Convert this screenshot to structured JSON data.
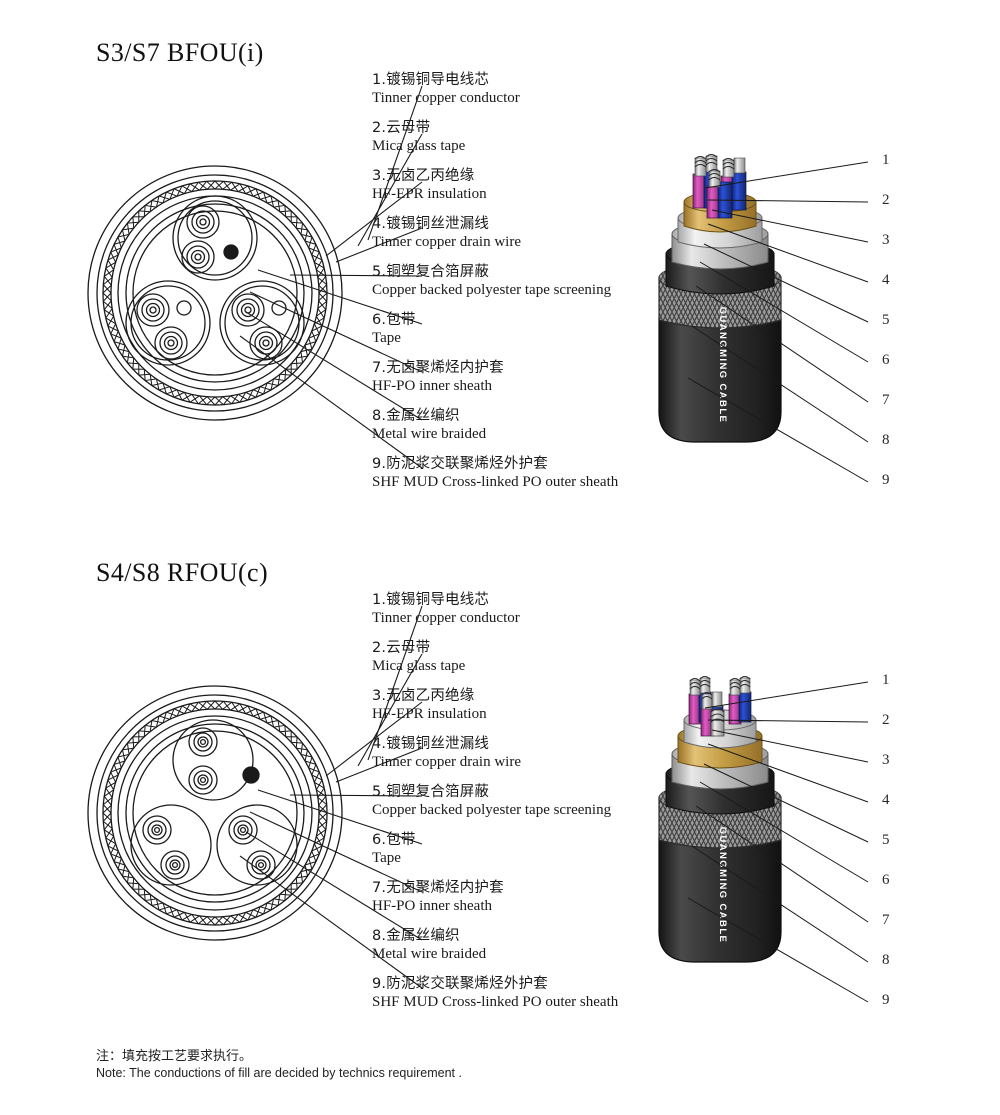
{
  "page": {
    "sections": [
      {
        "title": "S3/S7 BFOU(i)",
        "brand_text": "GUANGMING CABLE",
        "core_type": "triad",
        "labels": [
          {
            "num": "1",
            "cn": "1.镀锡铜导电线芯",
            "en": "Tinner copper conductor"
          },
          {
            "num": "2",
            "cn": "2.云母带",
            "en": "Mica glass tape"
          },
          {
            "num": "3",
            "cn": "3.无卤乙丙绝缘",
            "en": "HF-EPR insulation"
          },
          {
            "num": "4",
            "cn": "4.镀锡铜丝泄漏线",
            "en": "Tinner copper drain wire"
          },
          {
            "num": "5",
            "cn": "5.铜塑复合箔屏蔽",
            "en": "Copper backed polyester tape screening"
          },
          {
            "num": "6",
            "cn": "6.包带",
            "en": "Tape"
          },
          {
            "num": "7",
            "cn": "7.无卤聚烯烃内护套",
            "en": "HF-PO inner sheath"
          },
          {
            "num": "8",
            "cn": "8.金属丝编织",
            "en": "Metal wire braided"
          },
          {
            "num": "9",
            "cn": "9.防泥浆交联聚烯烃外护套",
            "en": "SHF MUD Cross-linked PO outer sheath"
          }
        ],
        "callout_numbers": [
          "1",
          "2",
          "3",
          "4",
          "5",
          "6",
          "7",
          "8",
          "9"
        ]
      },
      {
        "title": "S4/S8 RFOU(c)",
        "brand_text": "GUANGMING CABLE",
        "core_type": "pair",
        "labels": [
          {
            "num": "1",
            "cn": "1.镀锡铜导电线芯",
            "en": "Tinner copper conductor"
          },
          {
            "num": "2",
            "cn": "2.云母带",
            "en": "Mica glass tape"
          },
          {
            "num": "3",
            "cn": "3.无卤乙丙绝缘",
            "en": "HF-EPR insulation"
          },
          {
            "num": "4",
            "cn": "4.镀锡铜丝泄漏线",
            "en": "Tinner copper drain wire"
          },
          {
            "num": "5",
            "cn": "5.铜塑复合箔屏蔽",
            "en": "Copper backed polyester tape screening"
          },
          {
            "num": "6",
            "cn": "6.包带",
            "en": "Tape"
          },
          {
            "num": "7",
            "cn": "7.无卤聚烯烃内护套",
            "en": "HF-PO inner sheath"
          },
          {
            "num": "8",
            "cn": "8.金属丝编织",
            "en": "Metal wire braided"
          },
          {
            "num": "9",
            "cn": "9.防泥浆交联聚烯烃外护套",
            "en": "SHF MUD Cross-linked PO outer sheath"
          }
        ],
        "callout_numbers": [
          "1",
          "2",
          "3",
          "4",
          "5",
          "6",
          "7",
          "8",
          "9"
        ]
      }
    ],
    "footer": {
      "cn": "注：填充按工艺要求执行。",
      "en": "Note: The conductions of fill are decided by technics requirement ."
    },
    "colors": {
      "outer_sheath": "#2b2b2b",
      "braid": "#8f8f8f",
      "inner_sheath": "#3a3a3a",
      "tape": "#c9c9c9",
      "screen": "#ededed",
      "bedding": "#c9a24a",
      "insulation_blue": "#1f3fbf",
      "insulation_magenta": "#d040b0",
      "conductor": "#d8d8d8",
      "line": "#1a1a1a"
    }
  }
}
